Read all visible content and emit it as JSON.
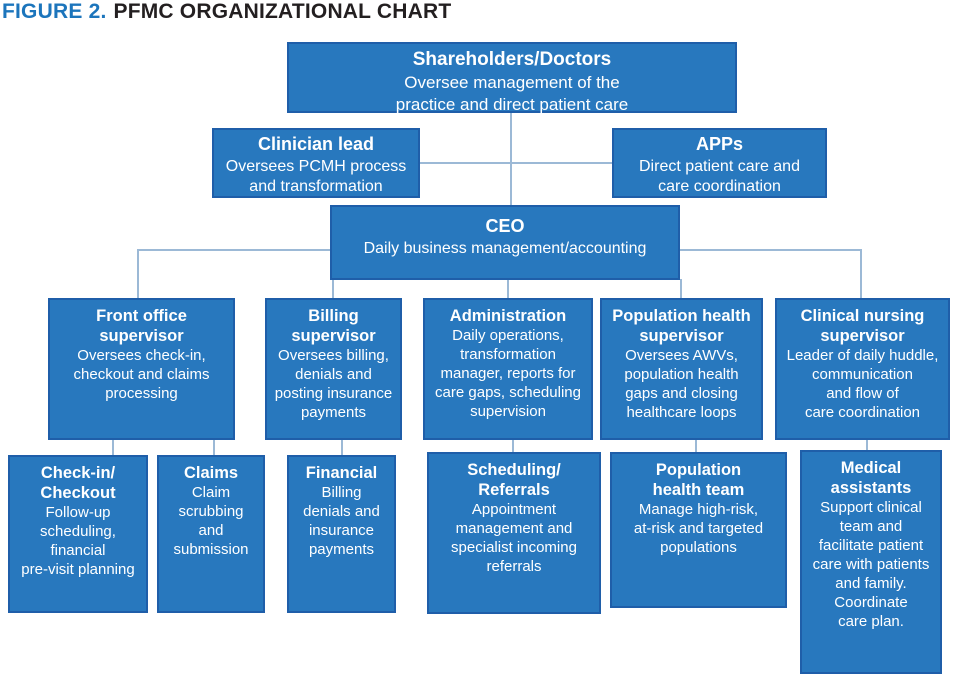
{
  "figure": {
    "label": "FIGURE 2.",
    "title": "PFMC ORGANIZATIONAL CHART"
  },
  "colors": {
    "box_fill": "#2878be",
    "box_border": "#1f5ea9",
    "connector": "#9cb9d6",
    "figure_label_blue": "#1c75bc",
    "figure_title_black": "#231f20",
    "box_text": "#ffffff"
  },
  "nodes": {
    "shareholders": {
      "title": "Shareholders/Doctors",
      "desc": "Oversee management of the\npractice and direct patient care"
    },
    "clinician_lead": {
      "title": "Clinician lead",
      "desc": "Oversees PCMH process\nand transformation"
    },
    "apps": {
      "title": "APPs",
      "desc": "Direct patient care and\ncare coordination"
    },
    "ceo": {
      "title": "CEO",
      "desc": "Daily business management/accounting"
    },
    "front_office_supervisor": {
      "title": "Front office\nsupervisor",
      "desc": "Oversees check-in,\ncheckout and claims\nprocessing"
    },
    "billing_supervisor": {
      "title": "Billing\nsupervisor",
      "desc": "Oversees billing,\ndenials and\nposting insurance\npayments"
    },
    "administration": {
      "title": "Administration",
      "desc": "Daily operations,\ntransformation\nmanager, reports for\ncare gaps, scheduling\nsupervision"
    },
    "population_health_supervisor": {
      "title": "Population health\nsupervisor",
      "desc": "Oversees AWVs,\npopulation health\ngaps and closing\nhealthcare loops"
    },
    "clinical_nursing_supervisor": {
      "title": "Clinical nursing\nsupervisor",
      "desc": "Leader of daily huddle,\ncommunication\nand flow of\ncare coordination"
    },
    "checkin_checkout": {
      "title": "Check-in/\nCheckout",
      "desc": "Follow-up\nscheduling,\nfinancial\npre-visit planning"
    },
    "claims": {
      "title": "Claims",
      "desc": "Claim\nscrubbing\nand\nsubmission"
    },
    "financial": {
      "title": "Financial",
      "desc": "Billing\ndenials and\ninsurance\npayments"
    },
    "scheduling_referrals": {
      "title": "Scheduling/\nReferrals",
      "desc": "Appointment\nmanagement and\nspecialist incoming\nreferrals"
    },
    "population_health_team": {
      "title": "Population\nhealth team",
      "desc": "Manage high-risk,\nat-risk and targeted\npopulations"
    },
    "medical_assistants": {
      "title": "Medical\nassistants",
      "desc": "Support clinical\nteam and\nfacilitate patient\ncare with patients\nand family.\nCoordinate\ncare plan."
    }
  },
  "edges": [
    {
      "from": "shareholders",
      "to": "clinician_lead"
    },
    {
      "from": "shareholders",
      "to": "apps"
    },
    {
      "from": "shareholders",
      "to": "ceo"
    },
    {
      "from": "ceo",
      "to": "front_office_supervisor"
    },
    {
      "from": "ceo",
      "to": "billing_supervisor"
    },
    {
      "from": "ceo",
      "to": "administration"
    },
    {
      "from": "ceo",
      "to": "population_health_supervisor"
    },
    {
      "from": "ceo",
      "to": "clinical_nursing_supervisor"
    },
    {
      "from": "front_office_supervisor",
      "to": "checkin_checkout"
    },
    {
      "from": "front_office_supervisor",
      "to": "claims"
    },
    {
      "from": "billing_supervisor",
      "to": "financial"
    },
    {
      "from": "administration",
      "to": "scheduling_referrals"
    },
    {
      "from": "population_health_supervisor",
      "to": "population_health_team"
    },
    {
      "from": "clinical_nursing_supervisor",
      "to": "medical_assistants"
    }
  ]
}
